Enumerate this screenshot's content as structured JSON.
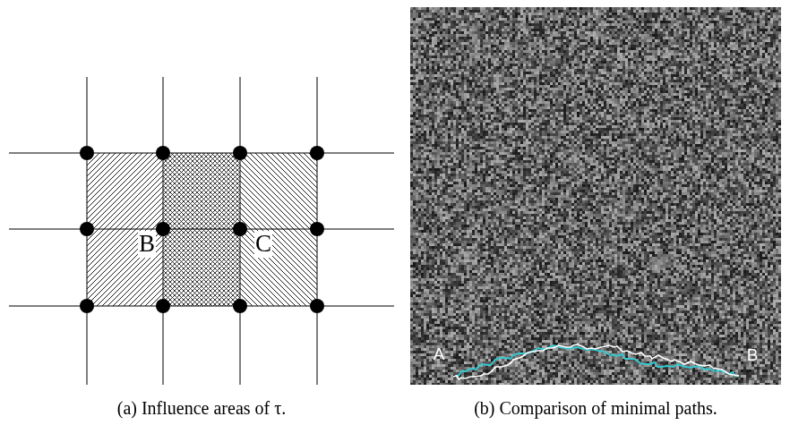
{
  "diagram": {
    "labels": [
      "B",
      "C",
      "(a) Influence areas of τ.",
      "A",
      "B",
      "(b) Comparison of minimal paths."
    ]
  }
}
